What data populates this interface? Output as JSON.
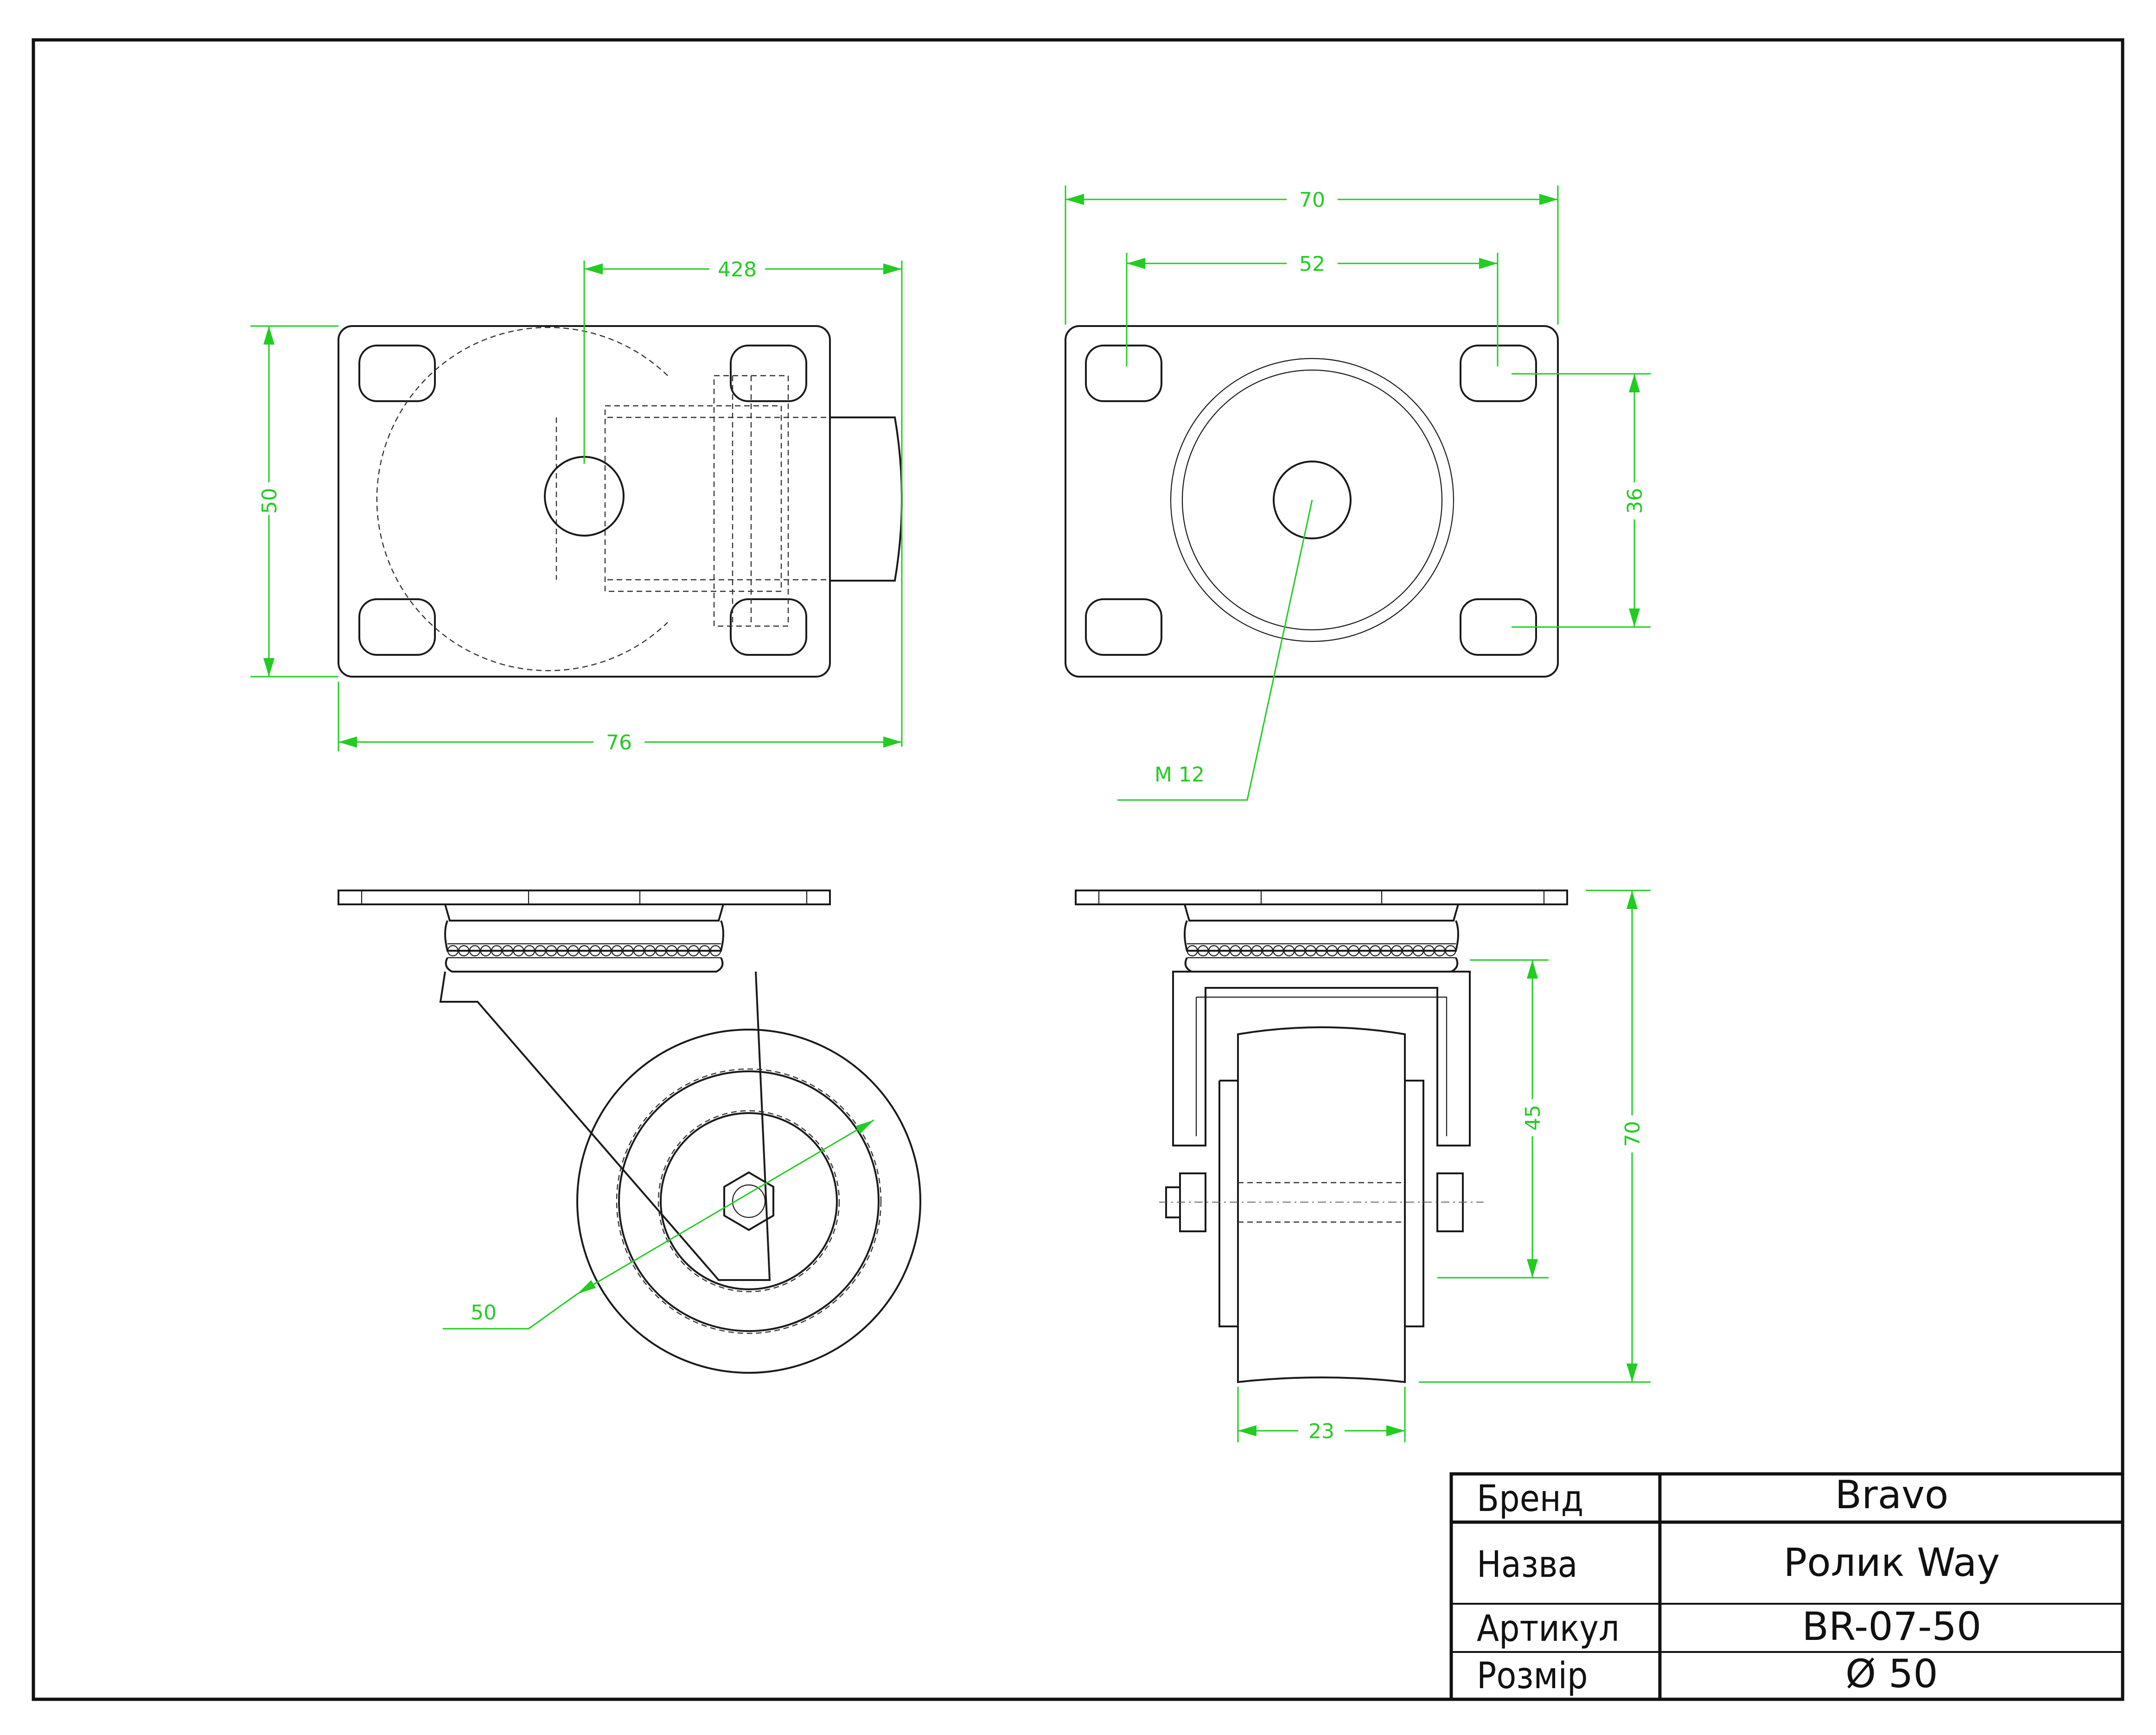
{
  "dimensions": {
    "top_left_width_offset": "428",
    "top_left_height": "50",
    "top_left_width": "76",
    "top_right_width": "70",
    "top_right_hole_spacing": "52",
    "top_right_hole_height": "36",
    "thread_label": "M 12",
    "wheel_diameter": "50",
    "front_total_height": "70",
    "front_axle_height": "45",
    "wheel_width": "23"
  },
  "title_block": {
    "brand_label": "Бренд",
    "brand_value": "Bravo",
    "name_label": "Назва",
    "name_value": "Ролик Way",
    "article_label": "Артикул",
    "article_value": "BR-07-50",
    "size_label": "Розмір",
    "size_value": "Ø 50"
  },
  "colors": {
    "dimension": "#22cc22",
    "outline": "#1a1a1a"
  }
}
